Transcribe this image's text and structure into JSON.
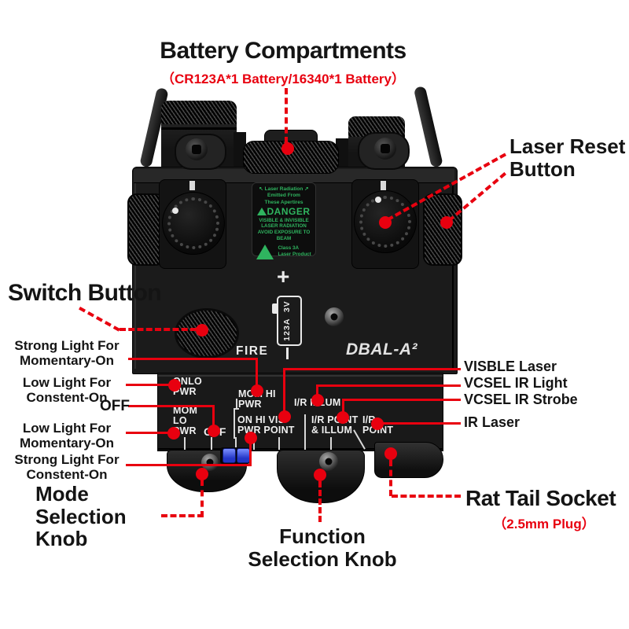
{
  "colors": {
    "annotation_red": "#e8000f",
    "label_green": "#2fb45f",
    "switch_blue": "#3050d8",
    "device_black": "#1a1a1a"
  },
  "callouts": {
    "battery": {
      "title": "Battery Compartments",
      "subtitle": "（CR123A*1 Battery/16340*1 Battery）"
    },
    "laser_reset": {
      "text": "Laser Reset\nButton"
    },
    "switch_button": {
      "text": "Switch Button"
    },
    "left": [
      {
        "text": "Strong Light For\nMomentary-On"
      },
      {
        "text": "Low Light For\nConstent-On"
      },
      {
        "text": "OFF"
      },
      {
        "text": "Low Light For\nMomentary-On"
      },
      {
        "text": "Strong Light For\nConstent-On"
      }
    ],
    "right": [
      {
        "text": "VISBLE Laser"
      },
      {
        "text": "VCSEL IR Light"
      },
      {
        "text": "VCSEL IR Strobe"
      },
      {
        "text": "IR Laser"
      }
    ],
    "mode_knob": {
      "text": "Mode\nSelection\nKnob"
    },
    "function_knob": {
      "text": "Function\nSelection Knob"
    },
    "rat_tail": {
      "title": "Rat Tail Socket",
      "subtitle": "（2.5mm Plug）"
    }
  },
  "device": {
    "model": "DBAL-A²",
    "fire": "FIRE",
    "plus": "+",
    "battery_cell": "123A  3V",
    "warning": {
      "top": "↖ Laser Radiation ↗\nEmitted From\nThese Apertires",
      "danger": "DANGER",
      "body": "VISIBLE & INVISIBLE\nLASER RADIATION\nAVOID EXPOSURE TO\nBEAM",
      "class_label": "Class 3A\nLaser Product"
    },
    "panel": {
      "on_lo": "ONLO\nPWR",
      "mom_hi": "MOM HI\nPWR",
      "mom_lo": "MOM\nLO\nPWR",
      "off": "OFF",
      "on_hi_vis": "ON HI VIS\nPWR POINT",
      "ir_illum": "I/R ILLUM",
      "ir_point_illum": "I/R POINT\n& ILLUM",
      "ir_point": "I/R\nPOINT"
    }
  }
}
